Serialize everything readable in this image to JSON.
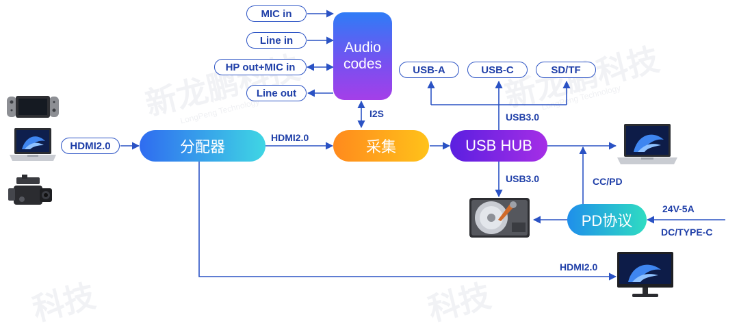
{
  "watermark": {
    "main": "新龙鹏科技",
    "sub": "LongPeng Technology",
    "partial": "科技"
  },
  "audio_inputs": {
    "mic_in": "MIC in",
    "line_in": "Line in",
    "hp_out_mic_in": "HP out+MIC in",
    "line_out": "Line out"
  },
  "audio_codec": {
    "line1": "Audio",
    "line2": "codes"
  },
  "usb_ports": {
    "usb_a": "USB-A",
    "usb_c": "USB-C",
    "sd_tf": "SD/TF"
  },
  "blocks": {
    "splitter": "分配器",
    "capture": "采集",
    "usb_hub": "USB HUB",
    "pd": "PD协议"
  },
  "labels": {
    "hdmi_in": "HDMI2.0",
    "hdmi_mid": "HDMI2.0",
    "hdmi_out": "HDMI2.0",
    "i2s": "I2S",
    "usb3_top": "USB3.0",
    "usb3_bottom": "USB3.0",
    "cc_pd": "CC/PD",
    "power_volt": "24V-5A",
    "power_type": "DC/TYPE-C"
  },
  "colors": {
    "line": "#2a52c4",
    "splitter_from": "#2f6cf0",
    "splitter_to": "#3fd6e4",
    "capture_from": "#ff8a1d",
    "capture_to": "#ffc21a",
    "hub_from": "#5b1fe0",
    "hub_to": "#a52ee6",
    "pd_from": "#1f8fea",
    "pd_to": "#2fdcc2",
    "codec_from": "#2f7cf6",
    "codec_to": "#a43fe8"
  }
}
